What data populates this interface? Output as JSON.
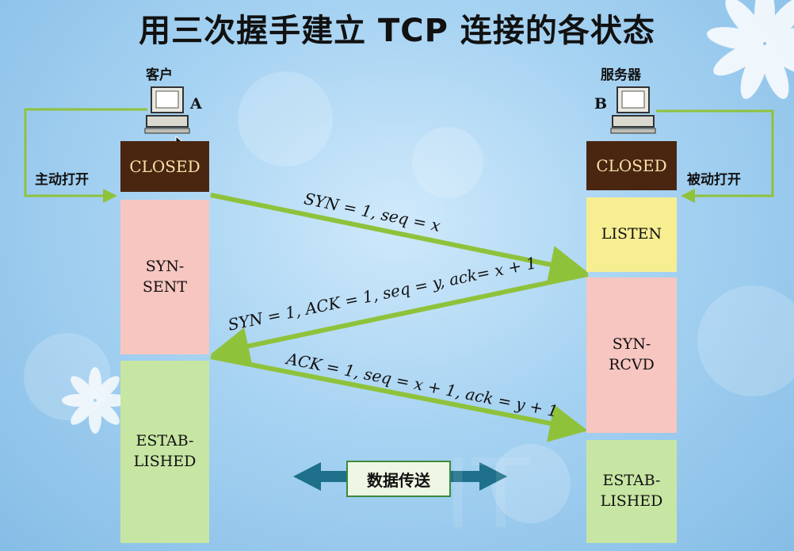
{
  "title": "用三次握手建立 TCP 连接的各状态",
  "client": {
    "label": "客户",
    "letter": "A",
    "open_label": "主动打开",
    "states": {
      "closed": "CLOSED",
      "syn_sent": "SYN-\nSENT",
      "established": "ESTAB-\nLISHED"
    }
  },
  "server": {
    "label": "服务器",
    "letter": "B",
    "open_label": "被动打开",
    "states": {
      "closed": "CLOSED",
      "listen": "LISTEN",
      "syn_rcvd": "SYN-\nRCVD",
      "established": "ESTAB-\nLISHED"
    }
  },
  "messages": {
    "m1": "SYN = 1, seq = x",
    "m2": "SYN = 1, ACK = 1, seq = y, ack= x + 1",
    "m3": "ACK = 1, seq = x + 1, ack = y + 1"
  },
  "data_transfer": "数据传送",
  "colors": {
    "arrow": "#8fc23b",
    "data_arrow": "#1d6f8a",
    "closed": "#4a2611"
  }
}
